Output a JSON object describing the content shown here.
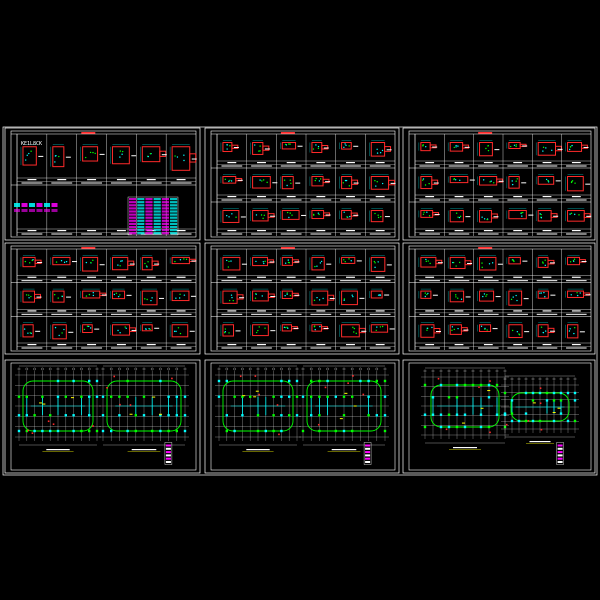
{
  "drawing": {
    "title_text": "KE1L8CK",
    "colors": {
      "background": "#000000",
      "frame": "#ffffff",
      "section_red": "#ff2a2a",
      "bar_cyan": "#00ffff",
      "bar_green": "#00ff00",
      "accent_magenta": "#ff00ff",
      "accent_yellow": "#ffff00"
    },
    "sheets": [
      {
        "id": "s1",
        "kind": "detail-table"
      },
      {
        "id": "s2",
        "kind": "detail-grid"
      },
      {
        "id": "s3",
        "kind": "detail-grid"
      },
      {
        "id": "s4",
        "kind": "detail-grid"
      },
      {
        "id": "s5",
        "kind": "detail-grid"
      },
      {
        "id": "s6",
        "kind": "detail-grid"
      },
      {
        "id": "s7",
        "kind": "floor-plan"
      },
      {
        "id": "s8",
        "kind": "floor-plan"
      },
      {
        "id": "s9",
        "kind": "floor-plan"
      }
    ]
  }
}
